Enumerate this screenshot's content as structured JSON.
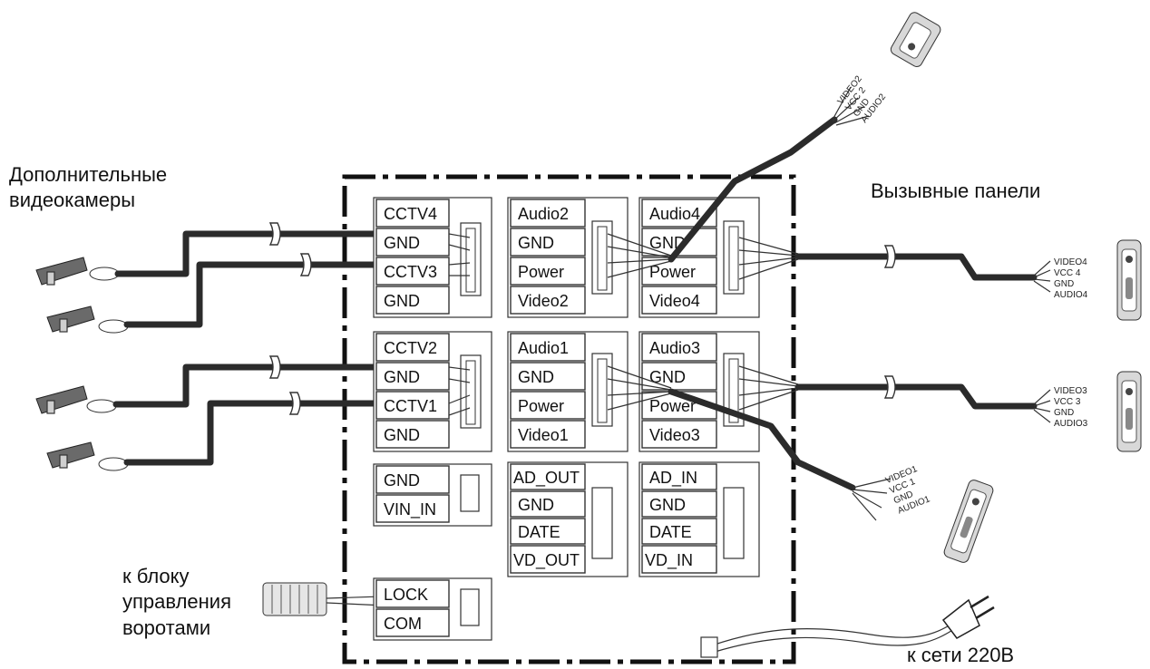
{
  "labels": {
    "extra_cameras_line1": "Дополнительные",
    "extra_cameras_line2": "видеокамеры",
    "call_panels": "Вызывные панели",
    "gate_line1": "к блоку",
    "gate_line2": "управления",
    "gate_line3": "воротами",
    "mains": "к сети 220В"
  },
  "blocks": {
    "cctv_a": [
      "CCTV4",
      "GND",
      "CCTV3",
      "GND"
    ],
    "cctv_b": [
      "CCTV2",
      "GND",
      "CCTV1",
      "GND"
    ],
    "power_in": [
      "GND",
      "VIN_IN"
    ],
    "lock": [
      "LOCK",
      "COM"
    ],
    "panel2": [
      "Audio2",
      "GND",
      "Power",
      "Video2"
    ],
    "panel1": [
      "Audio1",
      "GND",
      "Power",
      "Video1"
    ],
    "ad_out": [
      "AD_OUT",
      "GND",
      "DATE",
      "VD_OUT"
    ],
    "panel4": [
      "Audio4",
      "GND",
      "Power",
      "Video4"
    ],
    "panel3": [
      "Audio3",
      "GND",
      "Power",
      "Video3"
    ],
    "ad_in": [
      "AD_IN",
      "GND",
      "DATE",
      "VD_IN"
    ]
  },
  "wire_labels": {
    "panel2": [
      "VIDEO2",
      "VCC 2",
      "GND",
      "AUDIO2"
    ],
    "panel4": [
      "VIDEO4",
      "VCC 4",
      "GND",
      "AUDIO4"
    ],
    "panel3": [
      "VIDEO3",
      "VCC 3",
      "GND",
      "AUDIO3"
    ],
    "panel1": [
      "VIDEO1",
      "VCC 1",
      "GND",
      "AUDIO1"
    ]
  },
  "icons": {
    "camera": "cctv-camera-icon",
    "call_panel": "call-panel-icon",
    "gate_controller": "gate-controller-icon",
    "plug": "mains-plug-icon"
  }
}
